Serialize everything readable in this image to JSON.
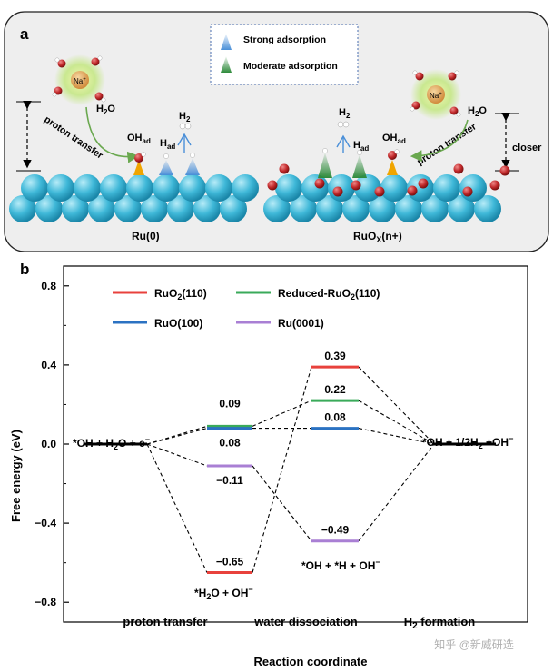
{
  "panel_a": {
    "label": "a",
    "legend": {
      "strong": "Strong adsorption",
      "moderate": "Moderate  adsorption"
    },
    "left": {
      "ion": "Na",
      "ion_sup": "+",
      "water": "H",
      "water_sub": "2",
      "water_end": "O",
      "proton_transfer": "proton transfer",
      "oh": "OH",
      "oh_sub": "ad",
      "h": "H",
      "h_sub": "ad",
      "h2": "H",
      "h2_sub": "2",
      "caption": "Ru(0)"
    },
    "right": {
      "ion": "Na",
      "ion_sup": "+",
      "water": "H",
      "water_sub": "2",
      "water_end": "O",
      "proton_transfer": "proton transfer",
      "oh": "OH",
      "oh_sub": "ad",
      "h": "H",
      "h_sub": "ad",
      "h2": "H",
      "h2_sub": "2",
      "closer": "closer",
      "caption_main": "RuO",
      "caption_sub": "X",
      "caption_end": "(n+)"
    },
    "colors": {
      "panel_bg": "#eeeeee",
      "sphere": "#3fb8d8",
      "oxygen": "#c0282a",
      "strong": "#4a8fd8",
      "moderate": "#2d8a3a",
      "oh_cone": "#f0a500",
      "arrow": "#6aa84f"
    }
  },
  "chart_data": {
    "panel_label": "b",
    "type": "line",
    "ylabel": "Free energy (eV)",
    "xlabel": "Reaction coordinate",
    "ylim": [
      -0.9,
      0.9
    ],
    "yticks": [
      -0.8,
      -0.4,
      0.0,
      0.4,
      0.8
    ],
    "ytick_labels": [
      "−0.8",
      "−0.4",
      "0.0",
      "0.4",
      "0.8"
    ],
    "categories": [
      "proton transfer",
      "water dissociation",
      "H_2 formation"
    ],
    "category_labels": {
      "proton_transfer": "proton transfer",
      "water_dissociation": "water dissociation",
      "h2_main": "H",
      "h2_sub": "2",
      "h2_end": " formation"
    },
    "states": {
      "initial": {
        "t1": "*OH + H",
        "s1": "2",
        "t2": "O + e",
        "sup": "−"
      },
      "final": {
        "t1": "*OH + 1/2H",
        "s1": "2",
        "t2": " +OH",
        "sup": "−"
      },
      "water_oh": {
        "t1": "*H",
        "s1": "2",
        "t2": "O + OH",
        "sup": "−"
      },
      "oh_h_oh": {
        "t1": "*OH + *H + OH",
        "sup": "−"
      }
    },
    "series": [
      {
        "name": "RuO2(110)",
        "label_main": "RuO",
        "label_sub": "2",
        "label_end": "(110)",
        "color": "#e8413c",
        "values": [
          0.0,
          -0.65,
          0.39,
          0.0
        ],
        "labels": [
          "−0.65",
          "0.39"
        ]
      },
      {
        "name": "Reduced-RuO2(110)",
        "label_main": "Reduced-RuO",
        "label_sub": "2",
        "label_end": "(110)",
        "color": "#3aaa5a",
        "values": [
          0.0,
          0.09,
          0.22,
          0.0
        ],
        "labels": [
          "0.09",
          "0.22"
        ]
      },
      {
        "name": "RuO(100)",
        "label_main": "RuO(100)",
        "label_sub": "",
        "label_end": "",
        "color": "#2b72c2",
        "values": [
          0.0,
          0.08,
          0.08,
          0.0
        ],
        "labels": [
          "0.08",
          "0.08"
        ]
      },
      {
        "name": "Ru(0001)",
        "label_main": "Ru(0001)",
        "label_sub": "",
        "label_end": "",
        "color": "#a97fd4",
        "values": [
          0.0,
          -0.11,
          -0.49,
          0.0
        ],
        "labels": [
          "−0.11",
          "−0.49"
        ]
      }
    ],
    "legend_position": "top-left",
    "grid": false
  },
  "watermark": "知乎 @新威研选"
}
